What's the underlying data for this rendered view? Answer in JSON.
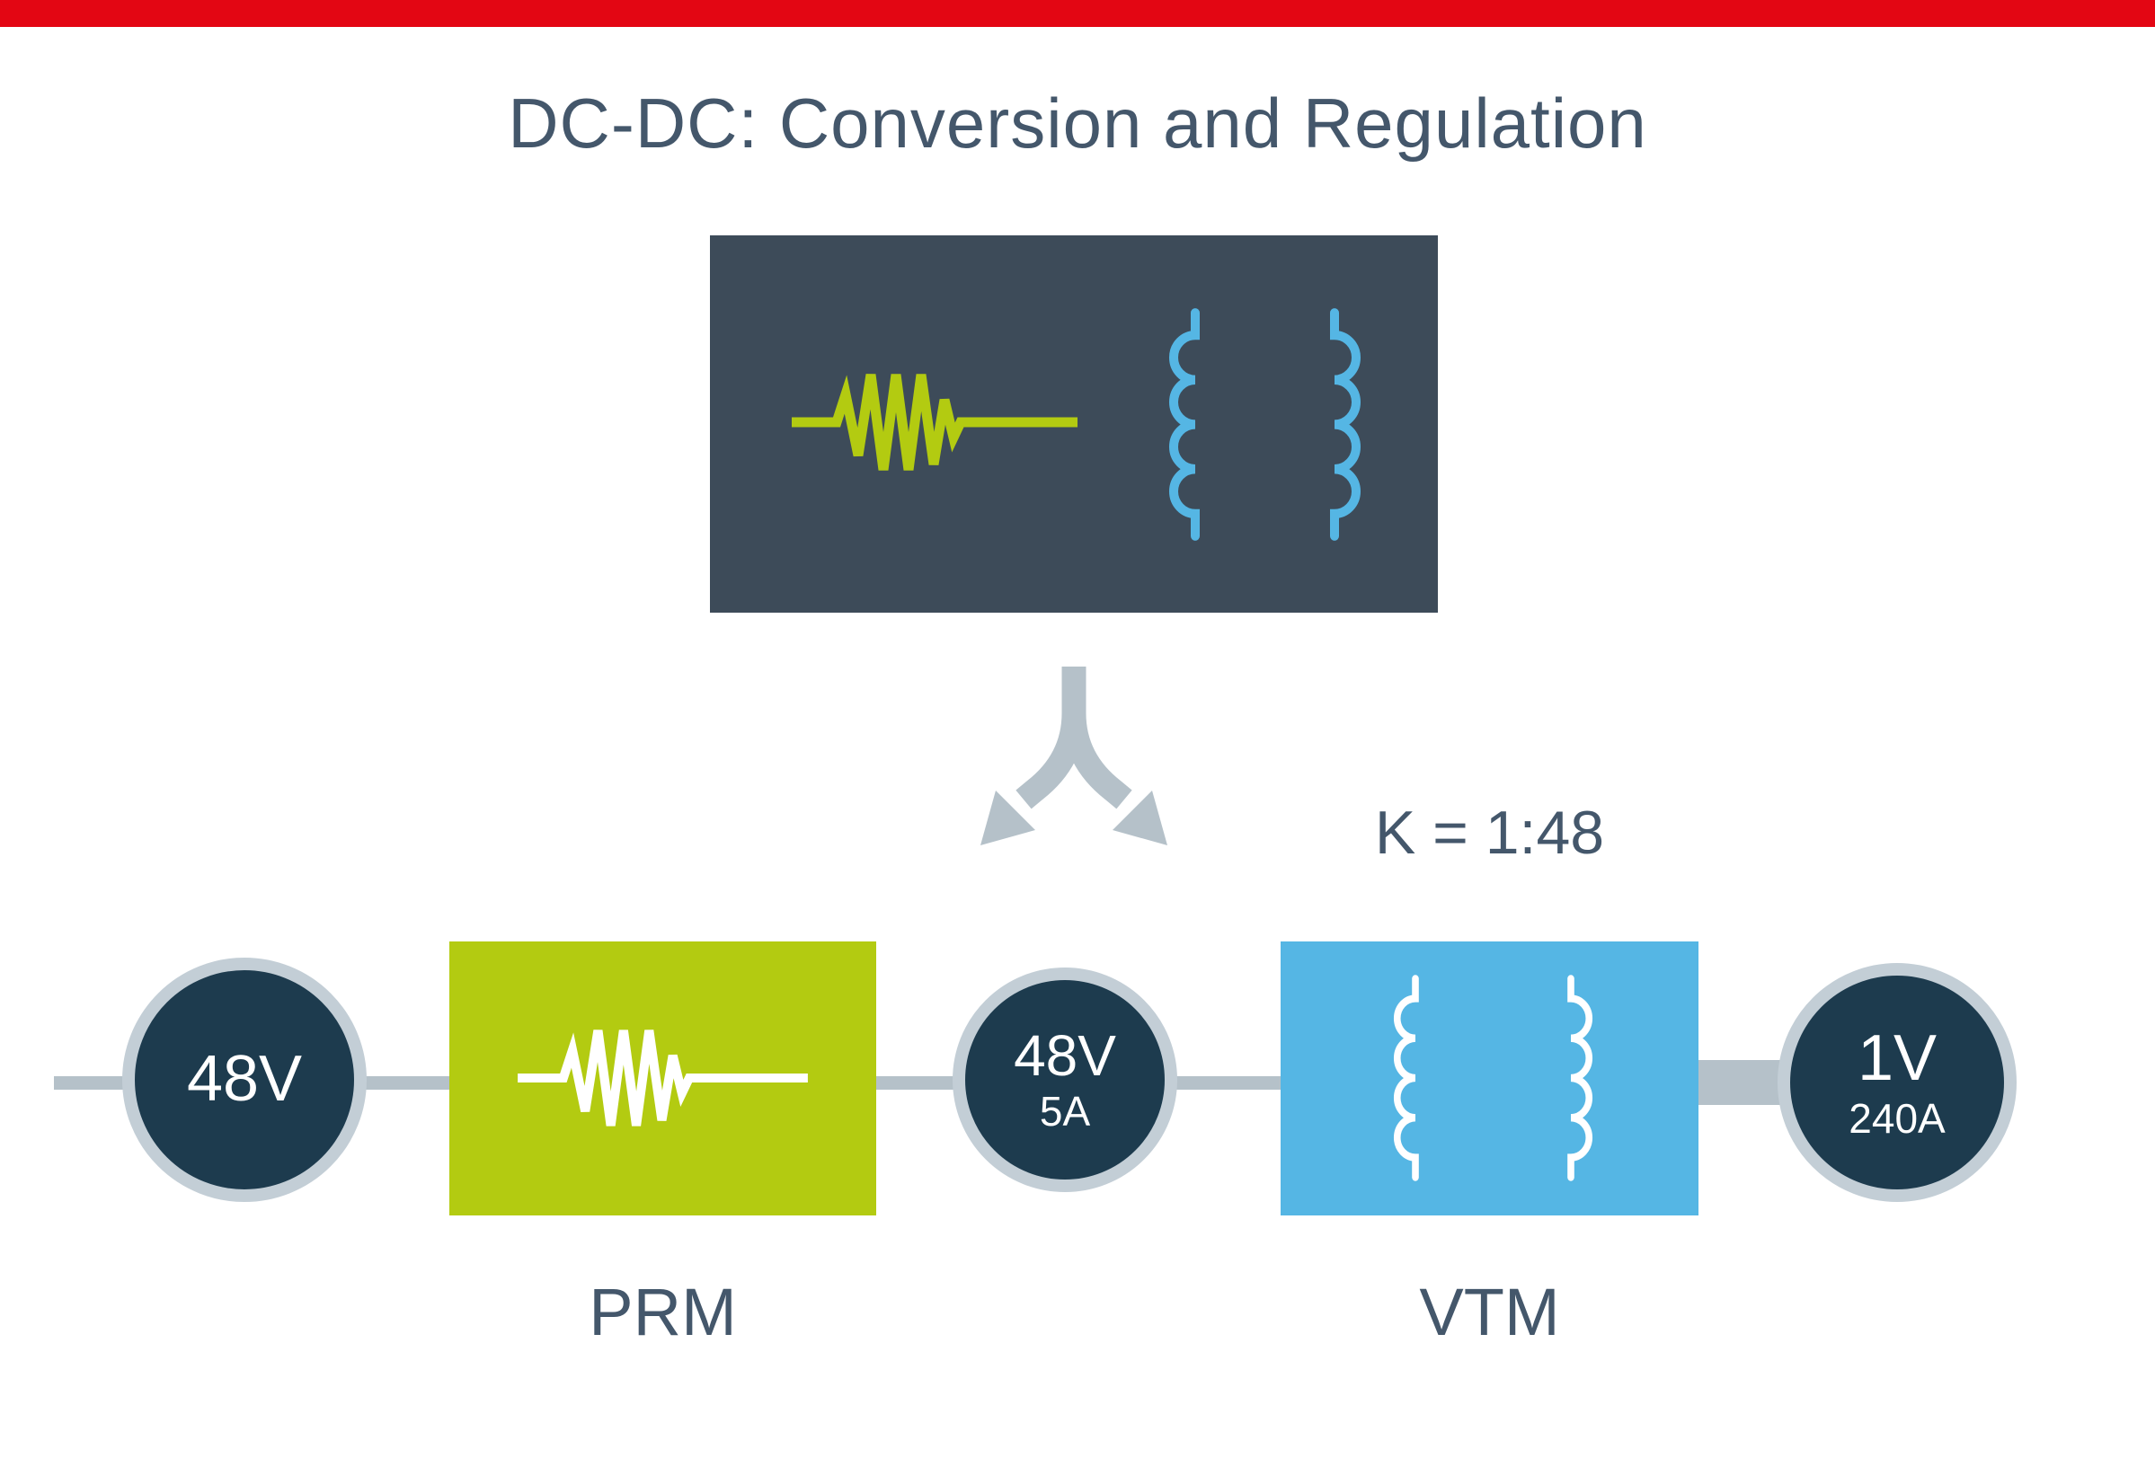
{
  "header": {
    "title": "DC-DC: Conversion and Regulation"
  },
  "colors": {
    "bar_red": "#e30613",
    "background": "#ffffff",
    "slate_text": "#44576b",
    "dark_panel": "#3d4b59",
    "node_fill": "#1d3b4e",
    "node_ring": "#c3ced6",
    "prm_green": "#b3cb11",
    "vtm_blue": "#55b6e4",
    "coil_blue": "#55b6e4",
    "connector_gray": "#b5c1c9",
    "icon_white": "#ffffff"
  },
  "source_module": {
    "icons": [
      "resistor-squiggle-icon",
      "transformer-coil-left-icon",
      "transformer-coil-right-icon"
    ]
  },
  "flow": {
    "ratio_label": "K = 1:48",
    "input_node": {
      "value": "48V"
    },
    "prm": {
      "label": "PRM"
    },
    "mid_node": {
      "value": "48V",
      "sub": "5A"
    },
    "vtm": {
      "label": "VTM"
    },
    "output_node": {
      "value": "1V",
      "sub": "240A"
    }
  }
}
